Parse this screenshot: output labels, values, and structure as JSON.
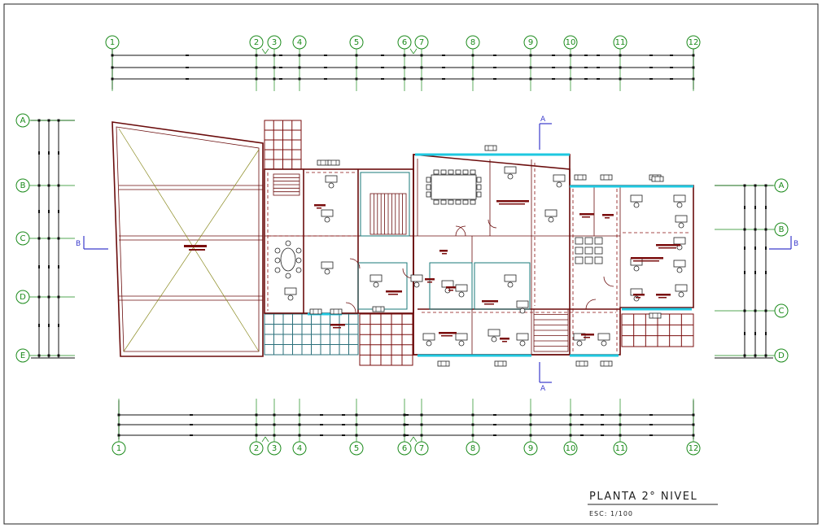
{
  "drawing": {
    "title": "PLANTA 2° NIVEL",
    "scale": "ESC: 1/100"
  },
  "axes": {
    "numbers": [
      "1",
      "2",
      "3",
      "4",
      "5",
      "6",
      "7",
      "8",
      "9",
      "10",
      "11",
      "12"
    ],
    "letters_left": [
      "A",
      "B",
      "C",
      "D",
      "E"
    ],
    "letters_right": [
      "A",
      "B",
      "C",
      "D"
    ]
  },
  "section_marks": {
    "a_top": "A",
    "a_bottom": "A",
    "b_left": "B",
    "b_right": "B"
  },
  "colors": {
    "axis": "#1a8a1a",
    "wall": "#6b0d0d",
    "glazing": "#1ec8e0",
    "section": "#3a3acc"
  }
}
